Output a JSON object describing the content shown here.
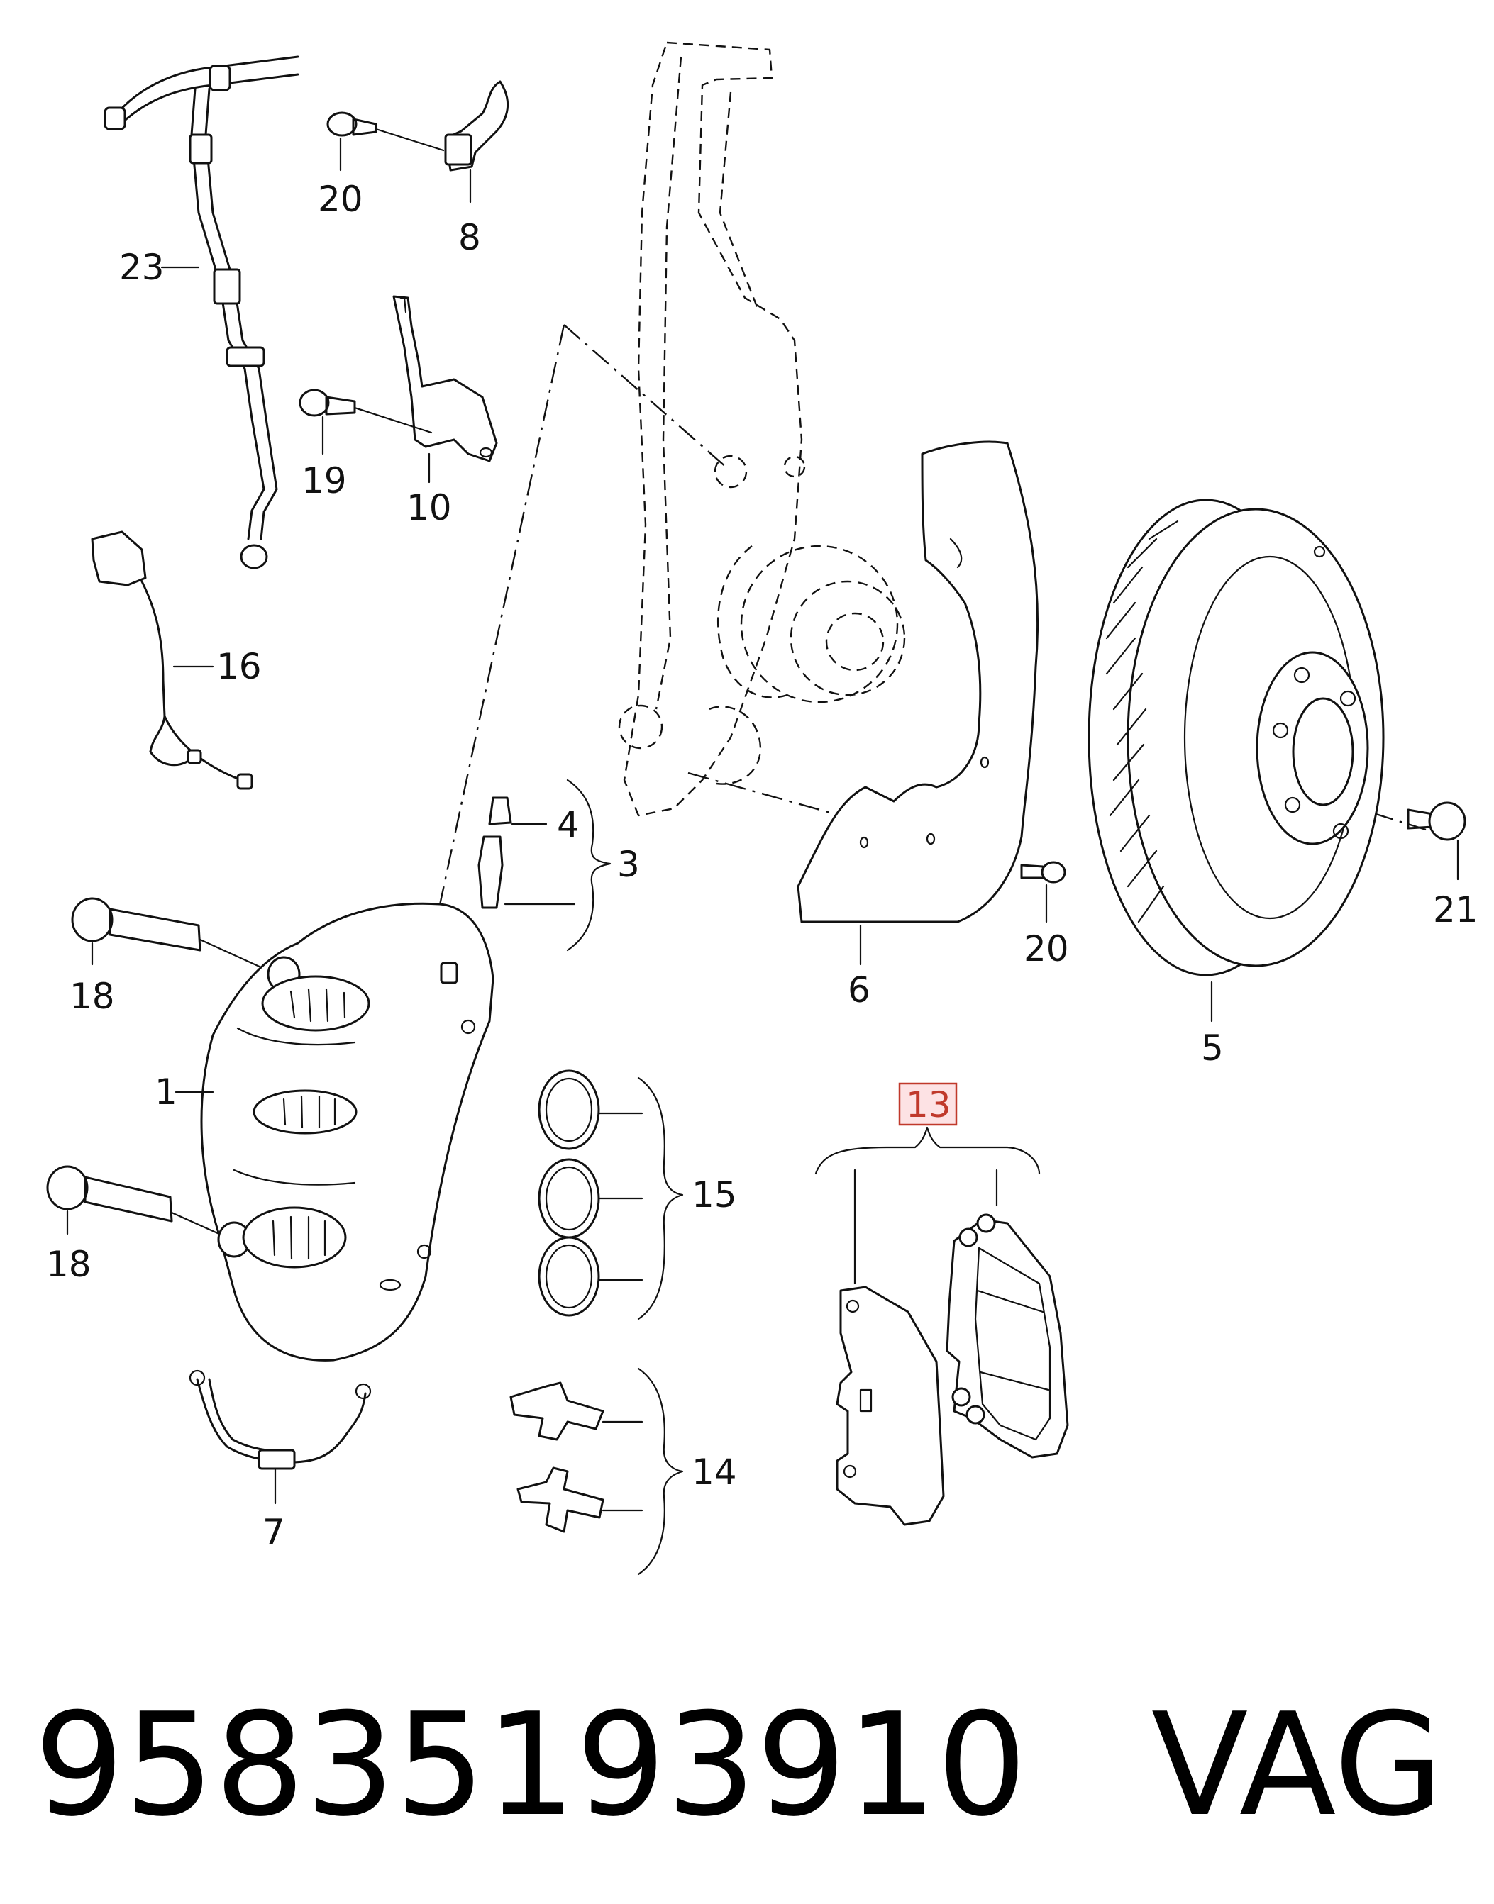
{
  "labels": {
    "l1": "1",
    "l3": "3",
    "l4": "4",
    "l5": "5",
    "l6": "6",
    "l7": "7",
    "l8": "8",
    "l10": "10",
    "l13": "13",
    "l14": "14",
    "l15": "15",
    "l16": "16",
    "l18a": "18",
    "l18b": "18",
    "l19": "19",
    "l20a": "20",
    "l20b": "20",
    "l21": "21",
    "l23": "23"
  },
  "highlight": {
    "color": "#c0392b",
    "fill": "#fde2e4"
  },
  "footer": {
    "part_number": "95835193910",
    "brand": "VAG"
  }
}
